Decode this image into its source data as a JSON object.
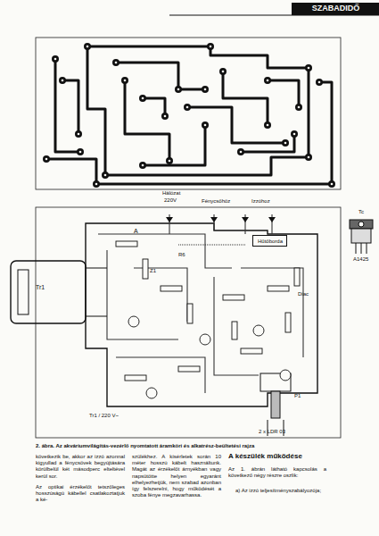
{
  "diagram": {
    "caption": "2. ábra. Az akváriumvilágítás-vezérlő nyomtatott áramköri és alkatrész-beültetési rajza",
    "nodes": [
      {
        "text": [
          "Hűtőborda"
        ]
      }
    ],
    "labels": [
      "SZABADIDŐ",
      "Hálózat",
      "220V",
      "Fénycsőhöz",
      "Izzóhoz",
      "Tc",
      "A1425",
      "A",
      "Z1",
      "R6",
      "Diac",
      "Tr1",
      "Tr1 / 220 V~",
      "P1",
      "2 x LDR 03",
      "következik be, akkor az izzó azonnal kigyullad a fénycsövek begyújtására körülbelül két másodperc elteltével kerül sor.",
      "Az optikai érzékelőt tetszőleges hosszúságú kábellel csatlakoztatjuk a ké-",
      "szülékhez. A kísérletek során 10 méter hosszú kábelt használtunk. Magát az érzékelőt árnyékban vagy napsütötte helyen egyaránt elhelyezhetjük, nem szabad azonban így felszerelni, hogy működését a szoba fénye megzavarhassa.",
      "A készülék működése",
      "Az 1. ábrán látható kapcsolás a következő négy részre oszlik:",
      "a) Az izzó teljesítményszabályozója;"
    ]
  }
}
